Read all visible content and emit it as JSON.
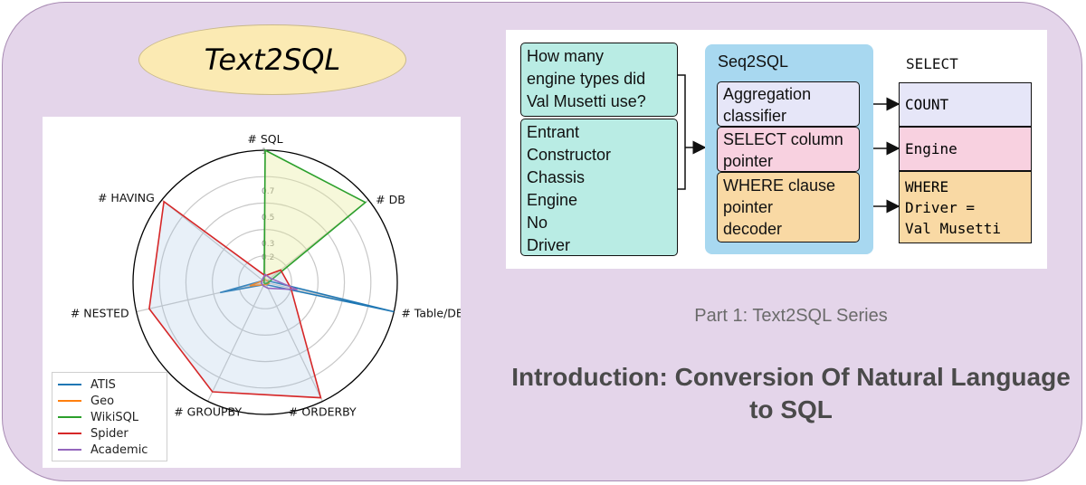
{
  "title_badge": "Text2SQL",
  "radar": {
    "axes": [
      "# SQL",
      "# DB",
      "# Table/DB",
      "# ORDERBY",
      "# GROUPBY",
      "# NESTED",
      "# HAVING"
    ],
    "ring_ticks": [
      "1",
      "0.7",
      "0.5",
      "0.3",
      "0.2"
    ],
    "series": [
      {
        "name": "ATIS",
        "color": "#1f77b4",
        "values": [
          0.02,
          0.02,
          1.0,
          0.02,
          0.02,
          0.35,
          0.02
        ]
      },
      {
        "name": "Geo",
        "color": "#ff7f0e",
        "values": [
          0.02,
          0.02,
          0.03,
          0.02,
          0.02,
          0.12,
          0.02
        ]
      },
      {
        "name": "WikiSQL",
        "color": "#2ca02c",
        "values": [
          1.0,
          0.97,
          0.02,
          0.01,
          0.01,
          0.01,
          0.01
        ]
      },
      {
        "name": "Spider",
        "color": "#d62728",
        "values": [
          0.05,
          0.15,
          0.2,
          0.97,
          0.92,
          0.9,
          0.98
        ]
      },
      {
        "name": "Academic",
        "color": "#9467bd",
        "values": [
          0.06,
          0.05,
          0.25,
          0.05,
          0.03,
          0.03,
          0.03
        ]
      }
    ]
  },
  "diagram": {
    "question": "How many\nengine types did\nVal Musetti use?",
    "columns": "Entrant\nConstructor\nChassis\nEngine\nNo\nDriver",
    "model_label": "Seq2SQL",
    "modules": [
      {
        "text": "Aggregation\nclassifier",
        "color": "#e6e6f8"
      },
      {
        "text": "SELECT column\npointer",
        "color": "#f8d1e0"
      },
      {
        "text": "WHERE clause\npointer\ndecoder",
        "color": "#f9d9a4"
      }
    ],
    "select_keyword": "SELECT",
    "outputs": [
      {
        "text": "COUNT",
        "color": "#e6e6f8"
      },
      {
        "text": "Engine",
        "color": "#f8d1e0"
      },
      {
        "text": "WHERE\nDriver =\nVal Musetti",
        "color": "#f9d9a4"
      }
    ],
    "input_color": "#b9ece4",
    "panel_color": "#a8d8f0"
  },
  "series_label": "Part 1: Text2SQL Series",
  "headline": "Introduction: Conversion Of Natural Language to SQL"
}
